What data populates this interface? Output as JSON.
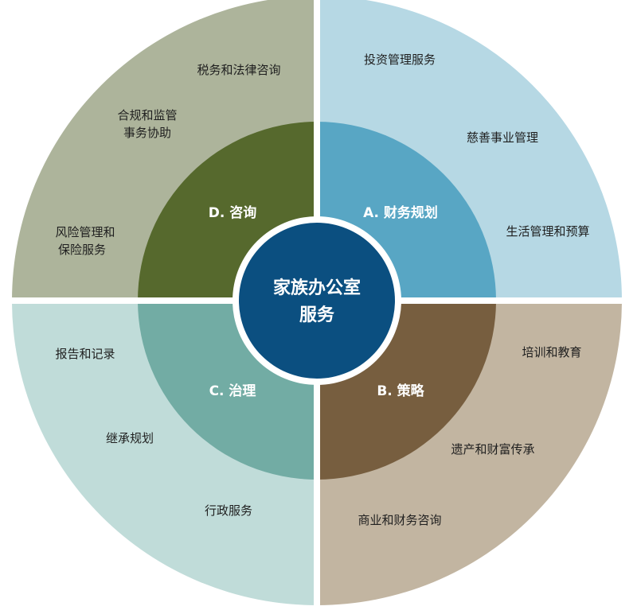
{
  "center": {
    "lines": [
      "家族办公室",
      "服务"
    ],
    "color": "#0b4f80"
  },
  "quadrants": [
    {
      "key": "A",
      "label": "A. 财务规划",
      "outer_color": "#b6d8e4",
      "inner_color": "#58a6c4",
      "items": [
        [
          "投资管理服务"
        ],
        [
          "慈善事业管理"
        ],
        [
          "生活管理和预算"
        ]
      ]
    },
    {
      "key": "B",
      "label": "B. 策略",
      "outer_color": "#c2b5a1",
      "inner_color": "#775e3f",
      "items": [
        [
          "培训和教育"
        ],
        [
          "遗产和财富传承"
        ],
        [
          "商业和财务咨询"
        ]
      ]
    },
    {
      "key": "C",
      "label": "C. 治理",
      "outer_color": "#c0dcd9",
      "inner_color": "#72aca4",
      "items": [
        [
          "报告和记录"
        ],
        [
          "继承规划"
        ],
        [
          "行政服务"
        ]
      ]
    },
    {
      "key": "D",
      "label": "D. 咨询",
      "outer_color": "#adb49b",
      "inner_color": "#56692d",
      "items": [
        [
          "税务和法律咨询"
        ],
        [
          "合规和监管",
          "事务协助"
        ],
        [
          "风险管理和",
          "保险服务"
        ]
      ]
    }
  ]
}
